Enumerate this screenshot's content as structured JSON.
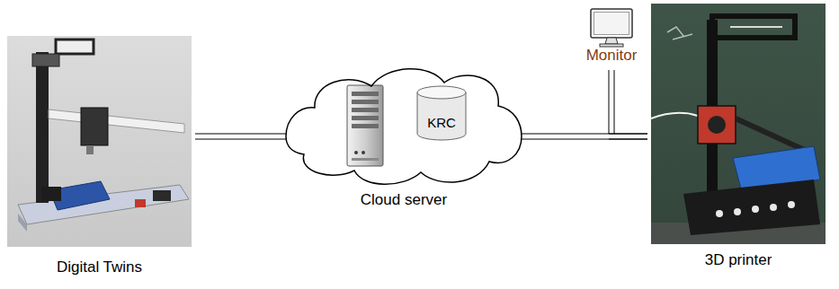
{
  "diagram": {
    "nodes": [
      {
        "text": [
          "Digital Twins"
        ]
      },
      {
        "text": [
          "Cloud server"
        ]
      },
      {
        "text": [
          "KRC"
        ],
        "in": 1
      },
      {
        "text": [
          "Monitor"
        ]
      },
      {
        "text": [
          "3D printer"
        ]
      }
    ],
    "edges": [
      {
        "from": 0,
        "to": 1,
        "arrow": "none"
      },
      {
        "from": 1,
        "to": 4,
        "arrow": "none"
      },
      {
        "from": 3,
        "to": 4,
        "arrow": "none"
      }
    ]
  }
}
